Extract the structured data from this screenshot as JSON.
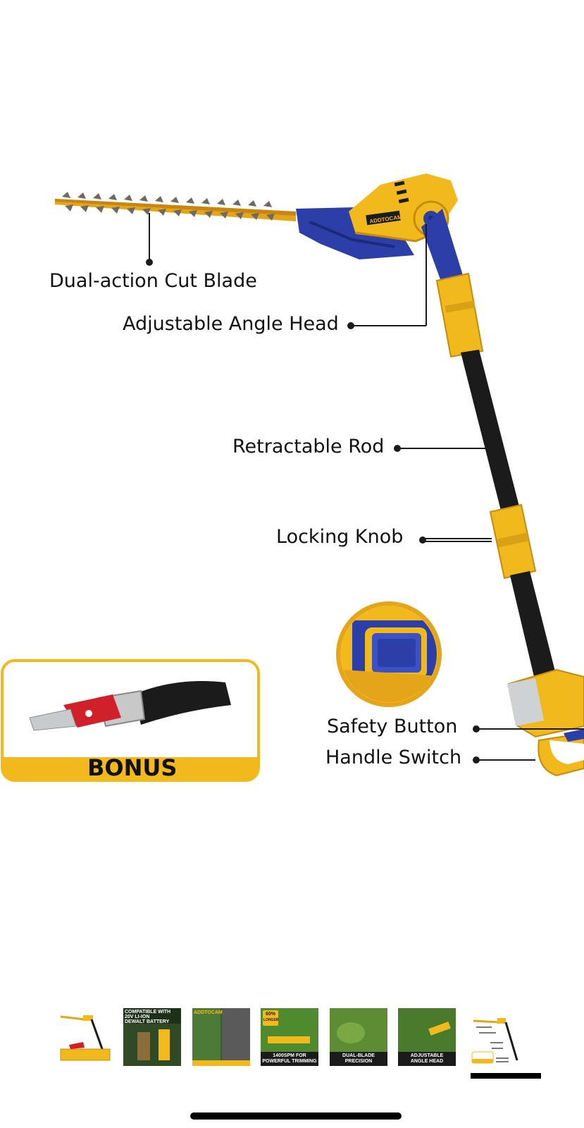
{
  "labels": {
    "blade": "Dual-action Cut Blade",
    "head": "Adjustable Angle Head",
    "rod": "Retractable Rod",
    "knob": "Locking Knob",
    "safety": "Safety Button",
    "handle": "Handle Switch"
  },
  "brand": "ADDTOCAM",
  "bonus": {
    "label": "BONUS"
  },
  "thumbnails": [
    {
      "name": "main-product",
      "lines": []
    },
    {
      "name": "battery",
      "lines": [
        "COMPATIBLE WITH",
        "20V LI-ION",
        "DEWALT BATTERY"
      ]
    },
    {
      "name": "brand-photo",
      "lines": [
        "ADDTOCAM"
      ]
    },
    {
      "name": "spm",
      "lines": [
        "60%",
        "LONGER",
        "1400SPM FOR",
        "POWERFUL TRIMMING"
      ]
    },
    {
      "name": "dual-blade",
      "lines": [
        "DUAL-BLADE",
        "PRECISION"
      ]
    },
    {
      "name": "angle-head",
      "lines": [
        "ADJUSTABLE",
        "ANGLE HEAD"
      ]
    },
    {
      "name": "diagram",
      "lines": []
    }
  ],
  "selected_thumbnail": 7,
  "colors": {
    "yellow": "#F2B91D",
    "blue": "#2C3FA8",
    "black": "#1b1b1b",
    "red": "#d0202a"
  }
}
